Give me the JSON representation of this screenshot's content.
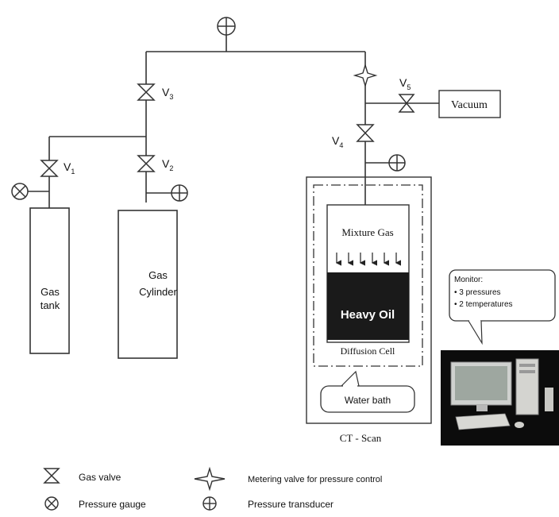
{
  "valves": {
    "v1": {
      "label": "V",
      "sub": "1"
    },
    "v2": {
      "label": "V",
      "sub": "2"
    },
    "v3": {
      "label": "V",
      "sub": "3"
    },
    "v4": {
      "label": "V",
      "sub": "4"
    },
    "v5": {
      "label": "V",
      "sub": "5"
    }
  },
  "components": {
    "vacuum": "Vacuum",
    "gas_tank": [
      "Gas",
      "tank"
    ],
    "gas_cylinder": [
      "Gas",
      "Cylinder"
    ],
    "mixture_gas": "Mixture Gas",
    "heavy_oil": "Heavy Oil",
    "diffusion_cell": "Diffusion Cell",
    "water_bath": "Water bath",
    "ct_scan": "CT - Scan"
  },
  "monitor": {
    "title": "Monitor:",
    "items": [
      "• 3 pressures",
      "• 2 temperatures"
    ]
  },
  "legend": {
    "gas_valve": "Gas valve",
    "metering_valve": "Metering valve for pressure control",
    "pressure_gauge": "Pressure gauge",
    "pressure_transducer": "Pressure transducer"
  }
}
